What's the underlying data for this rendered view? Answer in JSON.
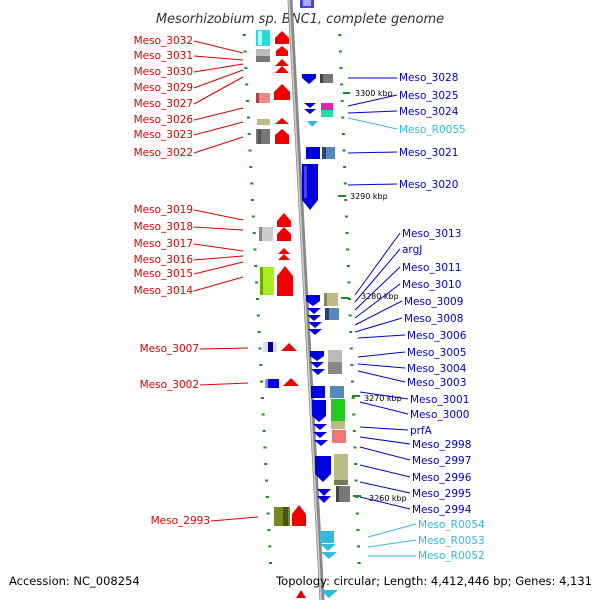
{
  "title": "Mesorhizobium sp. BNC1, complete genome",
  "footer": {
    "accession": "Accession: NC_008254",
    "topology": "Topology: circular; Length: 4,412,446 bp; Genes: 4,131"
  },
  "colors": {
    "reverse_strand": "#dd0000",
    "forward_strand": "#0000cc",
    "rna": "#33bbdd",
    "backbone": "#999999",
    "ticks": "#228822"
  },
  "ticks": [
    "3300 kbp",
    "3290 kbp",
    "3280 kbp",
    "3270 kbp",
    "3260 kbp"
  ],
  "left_labels": [
    "Meso_3032",
    "Meso_3031",
    "Meso_3030",
    "Meso_3029",
    "Meso_3027",
    "Meso_3026",
    "Meso_3023",
    "Meso_3022",
    "Meso_3019",
    "Meso_3018",
    "Meso_3017",
    "Meso_3016",
    "Meso_3015",
    "Meso_3014",
    "Meso_3007",
    "Meso_3002",
    "Meso_2993"
  ],
  "right_labels": [
    {
      "text": "Meso_3028",
      "kind": "gene"
    },
    {
      "text": "Meso_3025",
      "kind": "gene"
    },
    {
      "text": "Meso_3024",
      "kind": "gene"
    },
    {
      "text": "Meso_R0055",
      "kind": "rna"
    },
    {
      "text": "Meso_3021",
      "kind": "gene"
    },
    {
      "text": "Meso_3020",
      "kind": "gene"
    },
    {
      "text": "Meso_3013",
      "kind": "gene"
    },
    {
      "text": "argJ",
      "kind": "gene"
    },
    {
      "text": "Meso_3011",
      "kind": "gene"
    },
    {
      "text": "Meso_3010",
      "kind": "gene"
    },
    {
      "text": "Meso_3009",
      "kind": "gene"
    },
    {
      "text": "Meso_3008",
      "kind": "gene"
    },
    {
      "text": "Meso_3006",
      "kind": "gene"
    },
    {
      "text": "Meso_3005",
      "kind": "gene"
    },
    {
      "text": "Meso_3004",
      "kind": "gene"
    },
    {
      "text": "Meso_3003",
      "kind": "gene"
    },
    {
      "text": "Meso_3001",
      "kind": "gene"
    },
    {
      "text": "Meso_3000",
      "kind": "gene"
    },
    {
      "text": "prfA",
      "kind": "gene"
    },
    {
      "text": "Meso_2998",
      "kind": "gene"
    },
    {
      "text": "Meso_2997",
      "kind": "gene"
    },
    {
      "text": "Meso_2996",
      "kind": "gene"
    },
    {
      "text": "Meso_2995",
      "kind": "gene"
    },
    {
      "text": "Meso_2994",
      "kind": "gene"
    },
    {
      "text": "Meso_R0054",
      "kind": "rna"
    },
    {
      "text": "Meso_R0053",
      "kind": "rna"
    },
    {
      "text": "Meso_R0052",
      "kind": "rna"
    }
  ]
}
